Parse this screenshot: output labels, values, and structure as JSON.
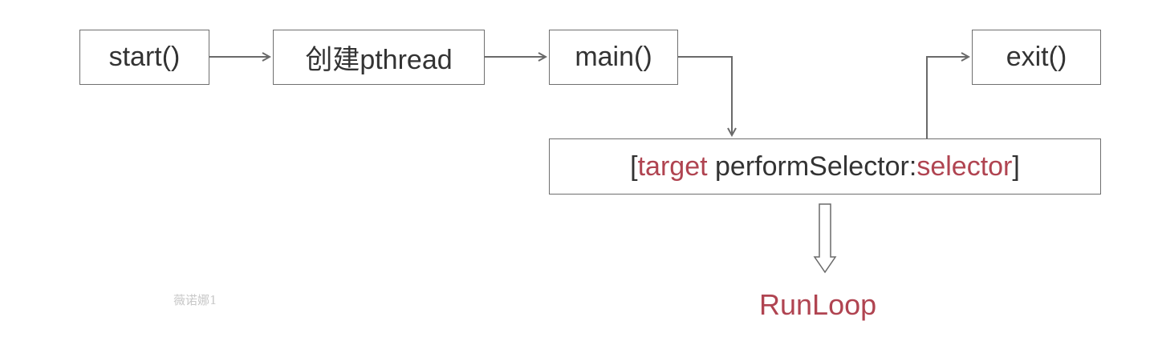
{
  "nodes": {
    "start": "start()",
    "create_pthread": "创建pthread",
    "main": "main()",
    "exit": "exit()",
    "perform": {
      "open_bracket": "[",
      "target": "target",
      "method": " performSelector:",
      "selector": "selector",
      "close_bracket": "]"
    }
  },
  "result_label": "RunLoop",
  "watermark": "薇诺娜1",
  "colors": {
    "box_border": "#6f6f6f",
    "arrow": "#6a6a6a",
    "text": "#333333",
    "highlight": "#b04451"
  }
}
